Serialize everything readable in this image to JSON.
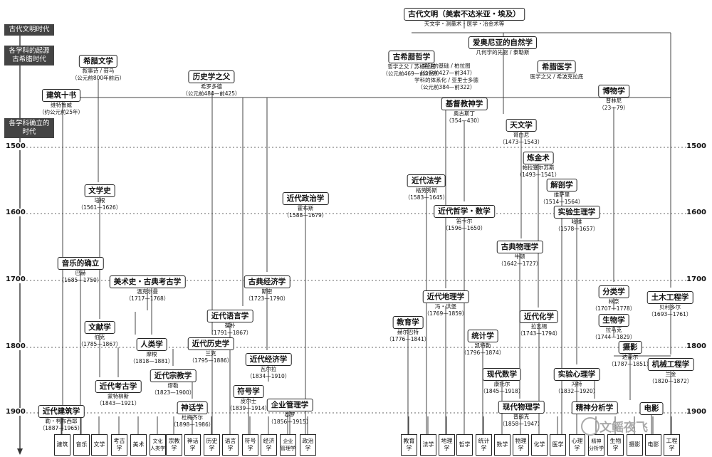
{
  "era_labels": [
    "古代文明时代",
    "各学科的起源\n古希腊时代",
    "各学科确立的\n时代"
  ],
  "years": [
    "1500",
    "1600",
    "1700",
    "1800",
    "1900"
  ],
  "nodes": [
    {
      "id": "ancient",
      "title": "古代文明（美索不达米亚・埃及）",
      "sub": "天文学・测量术・医学・冶金术等"
    },
    {
      "id": "philo",
      "title": "古希腊哲学",
      "sub": "哲学之父 / 苏格拉底\n（公元前469—前399）"
    },
    {
      "id": "ionia",
      "title": "爱奥尼亚的自然学",
      "sub": "几何学的先驱 / 泰勒斯"
    },
    {
      "id": "plato",
      "title": "",
      "sub": "学科的基础 / 柏拉图\n（公元前427—前347）\n学科的体系化 / 亚里士多德\n（公元前384—前322）"
    },
    {
      "id": "gklit",
      "title": "希腊文学",
      "sub": "叙事诗 / 荷马\n（公元前800年前后）"
    },
    {
      "id": "histf",
      "title": "历史学之父",
      "sub": "希罗多德\n（公元前484—前425）"
    },
    {
      "id": "gkmed",
      "title": "希腊医学",
      "sub": "医学之父 / 希波克拉底"
    },
    {
      "id": "arch10",
      "title": "建筑十书",
      "sub": "维特鲁威\n（约公元前25年）"
    },
    {
      "id": "botany",
      "title": "博物学",
      "sub": "普林尼\n（23—79）"
    },
    {
      "id": "theo",
      "title": "基督教神学",
      "sub": "奥古斯丁\n（354—430）"
    },
    {
      "id": "astro",
      "title": "天文学",
      "sub": "哥白尼\n（1473—1543）"
    },
    {
      "id": "alch",
      "title": "炼金术",
      "sub": "帕拉塞尔苏斯\n（1493—1541）"
    },
    {
      "id": "anat",
      "title": "解剖学",
      "sub": "维萨里\n（1514—1564）"
    },
    {
      "id": "litsci",
      "title": "文学史",
      "sub": "培根\n（1561—1626）"
    },
    {
      "id": "law",
      "title": "近代法学",
      "sub": "格劳秀斯\n（1583—1645）"
    },
    {
      "id": "pol",
      "title": "近代政治学",
      "sub": "霍布斯\n（1588—1679）"
    },
    {
      "id": "philmath",
      "title": "近代哲学・数学",
      "sub": "笛卡尔\n（1596—1650）"
    },
    {
      "id": "expphy",
      "title": "实验生理学",
      "sub": "哈维\n（1578—1657）"
    },
    {
      "id": "classphy",
      "title": "古典物理学",
      "sub": "牛顿\n（1642—1727）"
    },
    {
      "id": "music",
      "title": "音乐的确立",
      "sub": "巴赫\n（1685—1750）"
    },
    {
      "id": "arthist",
      "title": "美术史・古典考古学",
      "sub": "温克尔曼\n（1717—1768）"
    },
    {
      "id": "classecon",
      "title": "古典经济学",
      "sub": "斯密\n（1723—1790）"
    },
    {
      "id": "geo",
      "title": "近代地理学",
      "sub": "冯・洪堡\n（1769—1859）"
    },
    {
      "id": "taxon",
      "title": "分类学",
      "sub": "林奈\n（1707—1778）"
    },
    {
      "id": "civil",
      "title": "土木工程学",
      "sub": "贝利多尔\n（1693—1761）"
    },
    {
      "id": "ling",
      "title": "近代语言学",
      "sub": "葆朴\n（1791—1867）"
    },
    {
      "id": "edu",
      "title": "教育学",
      "sub": "赫尔巴特\n（1776—1841）"
    },
    {
      "id": "chem",
      "title": "近代化学",
      "sub": "拉瓦锡\n（1743—1794）"
    },
    {
      "id": "bio",
      "title": "生物学",
      "sub": "拉马克\n（1744—1829）"
    },
    {
      "id": "bib",
      "title": "文献学",
      "sub": "伯克\n（1785—1867）"
    },
    {
      "id": "anthro",
      "title": "人类学",
      "sub": "摩根\n（1818—1881）"
    },
    {
      "id": "modhist",
      "title": "近代历史学",
      "sub": "兰克\n（1795—1886）"
    },
    {
      "id": "stat",
      "title": "统计学",
      "sub": "凯特勒\n（1796—1874）"
    },
    {
      "id": "photo",
      "title": "摄影",
      "sub": "达盖尔\n（1787—1851）"
    },
    {
      "id": "mecheng",
      "title": "机械工程学",
      "sub": "兰金\n（1820—1872）"
    },
    {
      "id": "modecon",
      "title": "近代经济学",
      "sub": "瓦尔拉\n（1834—1910）"
    },
    {
      "id": "modarch",
      "title": "近代考古学",
      "sub": "蒙特柳斯\n（1843—1921）"
    },
    {
      "id": "relig",
      "title": "近代宗教学",
      "sub": "缪勒\n（1823—1900）"
    },
    {
      "id": "modmath",
      "title": "现代数学",
      "sub": "康托尔\n（1845—1918）"
    },
    {
      "id": "exppsy",
      "title": "实验心理学",
      "sub": "冯特\n（1832—1920）"
    },
    {
      "id": "semio",
      "title": "符号学",
      "sub": "皮尔士\n（1839—1914）"
    },
    {
      "id": "myth",
      "title": "神话学",
      "sub": "杜梅齐尔\n（1898—1986）"
    },
    {
      "id": "bizmgmt",
      "title": "企业管理学",
      "sub": "泰罗\n（1856—1915）"
    },
    {
      "id": "modphy",
      "title": "现代物理学",
      "sub": "普朗克\n（1858—1947）"
    },
    {
      "id": "psya",
      "title": "精神分析学",
      "sub": ""
    },
    {
      "id": "film",
      "title": "电影",
      "sub": ""
    },
    {
      "id": "modarchi",
      "title": "近代建筑学",
      "sub": "勒・柯布西耶\n（1887—1965）"
    }
  ],
  "bottom_labels": [
    "建筑",
    "音乐",
    "文学",
    "考古\n学",
    "美术",
    "文化\n人类学",
    "宗教\n学",
    "神话\n学",
    "历史\n学",
    "语言\n学",
    "符号\n学",
    "经济\n学",
    "企业\n管理学",
    "政治\n学",
    "教育\n学",
    "法学",
    "地理\n学",
    "哲学",
    "统计\n学",
    "数学",
    "物理\n学",
    "化学",
    "医学",
    "心理\n学",
    "精神\n分析学",
    "生物\n学",
    "摄影",
    "电影",
    "工程\n学"
  ],
  "watermark": "文鳐夜飞"
}
